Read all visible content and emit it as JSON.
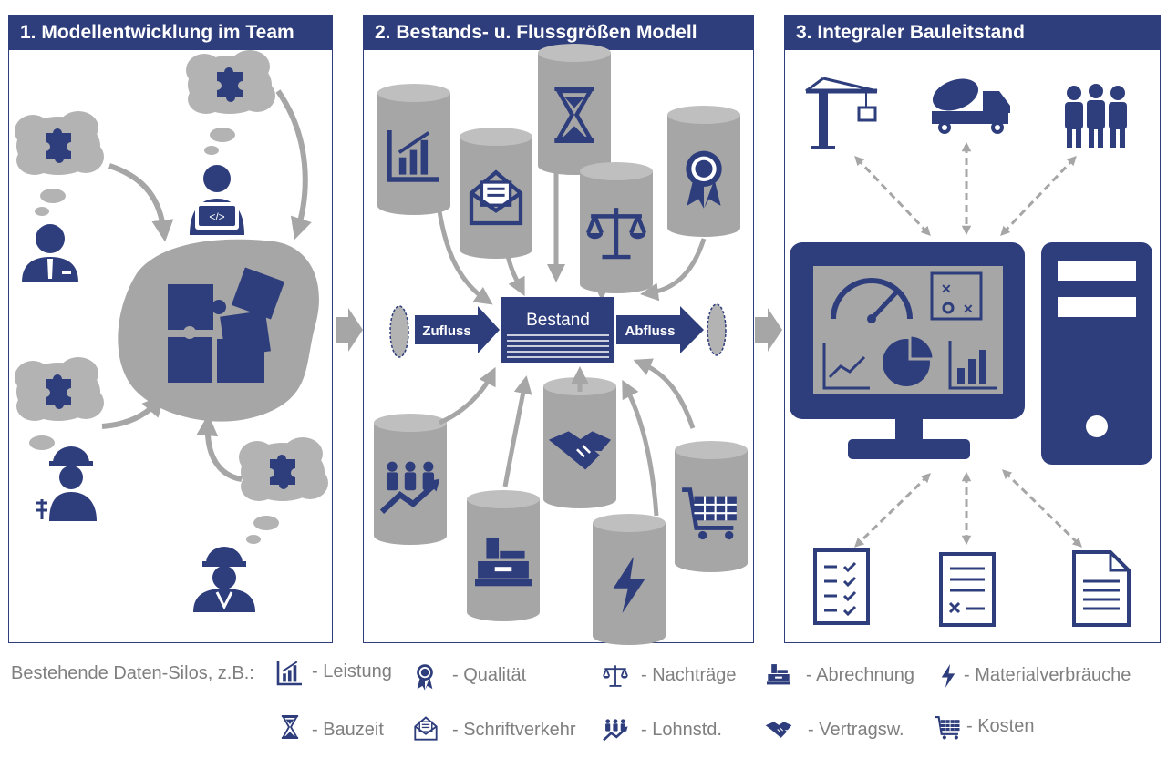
{
  "panels": {
    "p1": {
      "title": "1. Modellentwicklung im Team"
    },
    "p2": {
      "title": "2. Bestands- u. Flussgrößen Modell"
    },
    "p3": {
      "title": "3. Integraler Bauleitstand"
    }
  },
  "model": {
    "stock": "Bestand",
    "inflow": "Zufluss",
    "outflow": "Abfluss"
  },
  "legend": {
    "lead": "Bestehende Daten-Silos, z.B.:",
    "items": [
      {
        "icon": "bar-chart-icon",
        "label": "- Leistung"
      },
      {
        "icon": "award-ribbon-icon",
        "label": "- Qualität"
      },
      {
        "icon": "scales-icon",
        "label": "- Nachträge"
      },
      {
        "icon": "cash-register-icon",
        "label": "- Abrechnung"
      },
      {
        "icon": "lightning-icon",
        "label": "- Materialverbräuche"
      },
      {
        "icon": "hourglass-icon",
        "label": "- Bauzeit"
      },
      {
        "icon": "envelope-icon",
        "label": "- Schriftverkehr"
      },
      {
        "icon": "workforce-trend-icon",
        "label": "- Lohnstd."
      },
      {
        "icon": "handshake-icon",
        "label": "- Vertragsw."
      },
      {
        "icon": "shopping-cart-icon",
        "label": "- Kosten"
      }
    ]
  },
  "colors": {
    "navy": "#2e3d7c",
    "gray": "#a6a6a6",
    "cloud": "#b3b3b3",
    "white": "#ffffff"
  }
}
